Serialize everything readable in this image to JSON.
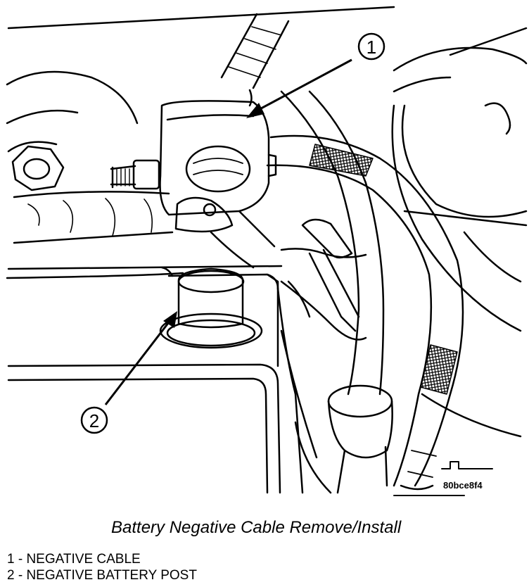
{
  "figure": {
    "caption": "Battery Negative Cable Remove/Install",
    "reference_code": "80bce8f4",
    "callouts": [
      {
        "number": "1",
        "target": "negative-cable"
      },
      {
        "number": "2",
        "target": "negative-battery-post"
      }
    ]
  },
  "legend": {
    "items": [
      {
        "text": "1 - NEGATIVE CABLE"
      },
      {
        "text": "2 - NEGATIVE BATTERY POST"
      }
    ]
  }
}
